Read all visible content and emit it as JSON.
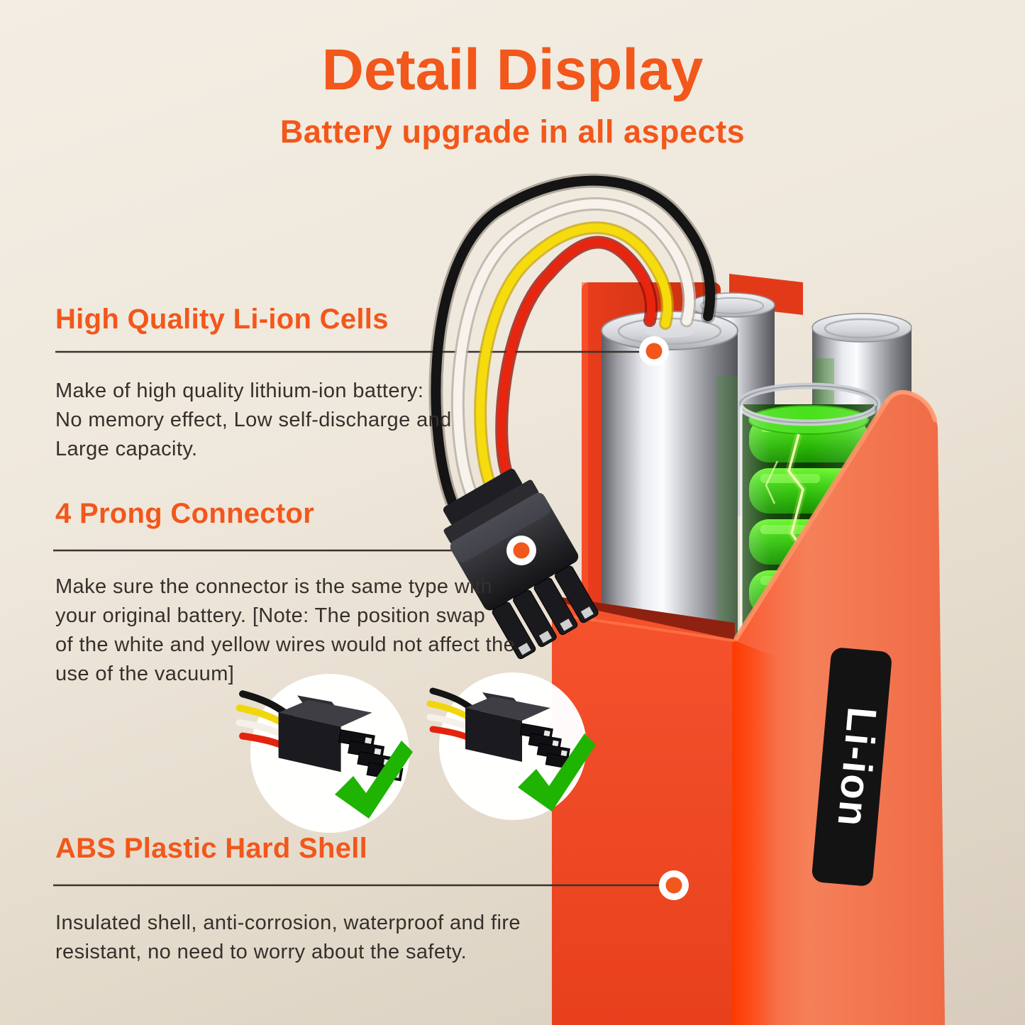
{
  "header": {
    "title": "Detail Display",
    "subtitle": "Battery upgrade in all aspects"
  },
  "sections": [
    {
      "heading": "High Quality Li-ion Cells",
      "lines": [
        "Make of high quality lithium-ion battery:",
        "No memory effect, Low self-discharge and",
        "Large capacity."
      ]
    },
    {
      "heading": "4 Prong Connector",
      "lines": [
        "Make sure the connector is the same type with",
        "your original battery. [Note: The position swap",
        "of the white and yellow wires would not affect the",
        "use of the vacuum]"
      ]
    },
    {
      "heading": "ABS Plastic Hard Shell",
      "lines": [
        "Insulated shell, anti-corrosion, waterproof and fire",
        "resistant, no need to worry about the safety."
      ]
    }
  ],
  "battery": {
    "label": "Li-ion"
  },
  "icons": {
    "callout_dot": "orange-target-dot",
    "checkmark": "green-check"
  },
  "colors": {
    "accent_orange": "#F2571B",
    "shell_orange": "#F0512B",
    "shell_side_orange": "#F07852",
    "back_panel_red": "#DD3417",
    "cell_green": "#35CC0F",
    "check_green": "#1FB302",
    "wire_black": "#141414",
    "wire_white": "#F7F3EC",
    "wire_yellow": "#F6DC0C",
    "wire_red": "#E8250F",
    "text_dark": "#34302B",
    "background": "#EFE8DC"
  }
}
